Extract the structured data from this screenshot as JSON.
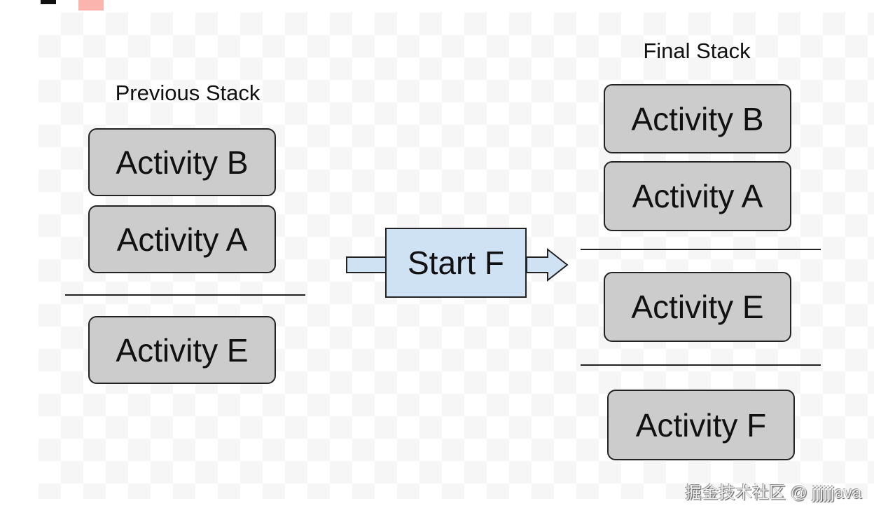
{
  "diagram": {
    "previous_stack": {
      "title": "Previous Stack",
      "above_line": [
        "Activity B",
        "Activity A"
      ],
      "below_line": [
        "Activity E"
      ]
    },
    "action": {
      "label": "Start F",
      "fill": "#cfe2f3"
    },
    "final_stack": {
      "title": "Final Stack",
      "groups": [
        [
          "Activity B",
          "Activity A"
        ],
        [
          "Activity E"
        ],
        [
          "Activity F"
        ]
      ]
    },
    "box_fill": "#cccccc"
  },
  "watermark": "掘金技术社区 @ jjjjjjava"
}
